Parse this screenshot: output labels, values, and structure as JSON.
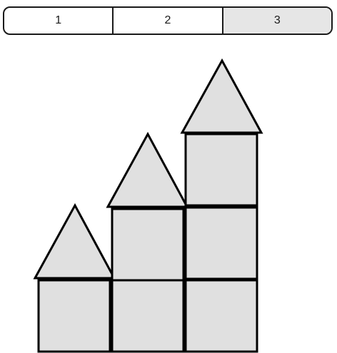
{
  "segmented_control": {
    "options": [
      {
        "label": "1"
      },
      {
        "label": "2"
      },
      {
        "label": "3"
      }
    ],
    "selected_index": 2
  },
  "colors": {
    "shape_fill": "#e0e0e0",
    "shape_stroke": "#000000",
    "active_segment": "#e6e6e6"
  }
}
